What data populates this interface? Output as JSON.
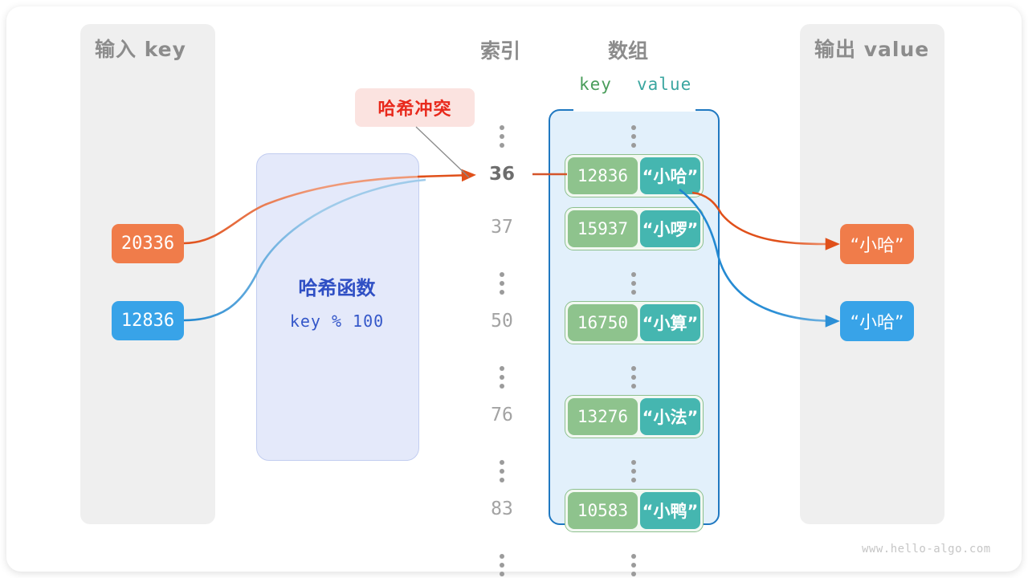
{
  "diagram": {
    "watermark": "www.hello-algo.com",
    "collision_label": "哈希冲突",
    "colors": {
      "input_orange": "#f07c4a",
      "input_blue": "#38a3e8",
      "key_green": "#8ec38d",
      "value_teal": "#45b6b0",
      "array_border": "#1f78c1",
      "array_fill": "#e2f0fb",
      "hash_fill": "#e4e9fa",
      "hash_text": "#2f4fc4",
      "collision_red": "#e8291c",
      "collision_fill": "#fbe3e0",
      "panel_grey": "#efefef"
    }
  },
  "panels": {
    "input": {
      "title": "输入 key"
    },
    "output": {
      "title": "输出 value"
    }
  },
  "headers": {
    "index": "索引",
    "array": "数组",
    "key": "key",
    "value": "value"
  },
  "hash_function": {
    "title": "哈希函数",
    "formula": "key % 100"
  },
  "inputs": [
    {
      "value": "20336",
      "color": "orange"
    },
    {
      "value": "12836",
      "color": "blue"
    }
  ],
  "outputs": [
    {
      "value": "“小哈”",
      "color": "orange"
    },
    {
      "value": "“小哈”",
      "color": "blue"
    }
  ],
  "rows": [
    {
      "kind": "dots"
    },
    {
      "kind": "entry",
      "index": "36",
      "highlight": true,
      "key": "12836",
      "value": "“小哈”"
    },
    {
      "kind": "entry",
      "index": "37",
      "highlight": false,
      "key": "15937",
      "value": "“小啰”"
    },
    {
      "kind": "dots"
    },
    {
      "kind": "entry",
      "index": "50",
      "highlight": false,
      "key": "16750",
      "value": "“小算”"
    },
    {
      "kind": "dots"
    },
    {
      "kind": "entry",
      "index": "76",
      "highlight": false,
      "key": "13276",
      "value": "“小法”"
    },
    {
      "kind": "dots"
    },
    {
      "kind": "entry",
      "index": "83",
      "highlight": false,
      "key": "10583",
      "value": "“小鸭”"
    },
    {
      "kind": "dots"
    }
  ]
}
